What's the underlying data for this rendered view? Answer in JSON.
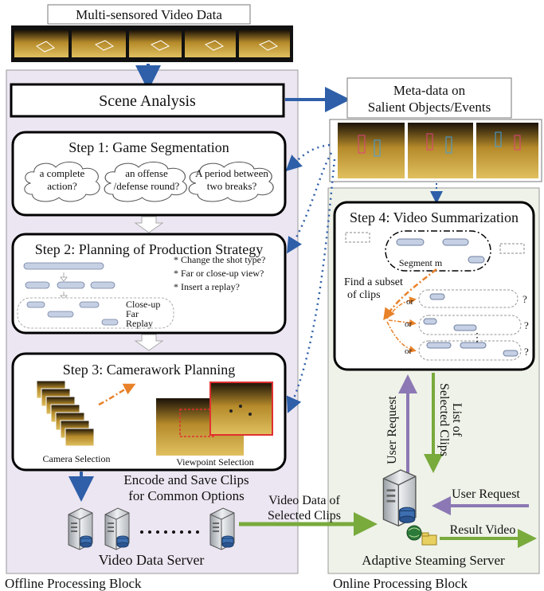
{
  "top_label": "Multi-sensored Video Data",
  "scene_analysis": "Scene Analysis",
  "metadata": {
    "line1": "Meta-data on",
    "line2": "Salient Objects/Events"
  },
  "step1": {
    "title": "Step 1: Game Segmentation",
    "cloud1": [
      "a complete",
      "action?"
    ],
    "cloud2": [
      "an offense",
      "/defense round?"
    ],
    "cloud3": [
      "A period between",
      "two breaks?"
    ]
  },
  "step2": {
    "title": "Step 2: Planning of Production Strategy",
    "options": [
      "* Change the shot type?",
      "* Far or close-up view?",
      "* Insert a replay?"
    ],
    "views": [
      "Close-up",
      "Far",
      "Replay"
    ]
  },
  "step3": {
    "title": "Step 3: Camerawork Planning",
    "camera_label": "Camera Selection",
    "viewpoint_label": "Viewpoint Selection"
  },
  "step4": {
    "title": "Step 4: Video Summarization",
    "segment": "Segment m",
    "find": [
      "Find a subset",
      "of clips"
    ],
    "or": "or",
    "q": "?",
    "dots": "⋮"
  },
  "encode": [
    "Encode and Save Clips",
    "for Common Options"
  ],
  "video_data_server": "Video Data Server",
  "video_data_selected": [
    "Video Data of",
    "Selected Clips"
  ],
  "user_request_vertical": "User Request",
  "list_selected": [
    "List of",
    "Selected Clips"
  ],
  "user_request_right": "User Request",
  "result_video": "Result Video",
  "adaptive_server": "Adaptive Steaming Server",
  "offline_block": "Offline Processing Block",
  "online_block": "Online Processing Block",
  "colors": {
    "offline_bg": "#ece6f2",
    "online_bg": "#eef2e8",
    "blue_arrow": "#2e5fa8",
    "purple_arrow": "#8c78b4",
    "green_arrow": "#78aa3c",
    "orange": "#e8822a",
    "court": "#c9a23a"
  }
}
